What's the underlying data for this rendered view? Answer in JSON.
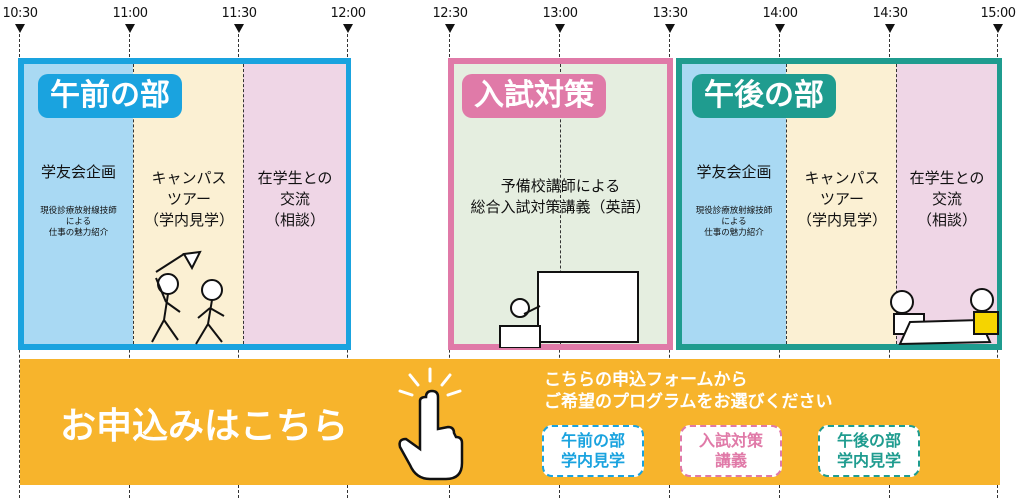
{
  "timeline": {
    "ticks": [
      "10:30",
      "11:00",
      "11:30",
      "12:00",
      "12:30",
      "13:00",
      "13:30",
      "14:00",
      "14:30",
      "15:00"
    ]
  },
  "panels": {
    "morning": {
      "title": "午前の部",
      "cells": [
        {
          "main": "学友会企画",
          "sub": "現役診療放射線技師\nによる\n仕事の魅力紹介"
        },
        {
          "main": "キャンパス\nツアー\n（学内見学）",
          "sub": ""
        },
        {
          "main": "在学生との\n交流\n（相談）",
          "sub": ""
        }
      ]
    },
    "exam": {
      "title": "入試対策",
      "main": "予備校講師による\n総合入試対策講義（英語）"
    },
    "afternoon": {
      "title": "午後の部",
      "cells": [
        {
          "main": "学友会企画",
          "sub": "現役診療放射線技師\nによる\n仕事の魅力紹介"
        },
        {
          "main": "キャンパス\nツアー\n（学内見学）",
          "sub": ""
        },
        {
          "main": "在学生との\n交流\n（相談）",
          "sub": ""
        }
      ]
    }
  },
  "banner": {
    "cta": "お申込みはこちら",
    "instruction": "こちらの申込フォームから\nご希望のプログラムをお選びください",
    "buttons": [
      {
        "label": "午前の部\n学内見学",
        "color": "#1aa3df"
      },
      {
        "label": "入試対策\n講義",
        "color": "#e07aa8"
      },
      {
        "label": "午後の部\n学内見学",
        "color": "#1f9c8f"
      }
    ]
  },
  "colors": {
    "blue": "#1aa3df",
    "pink": "#e07aa8",
    "teal": "#1f9c8f",
    "orange": "#f7b42c",
    "cell_blue": "#a9d9f3",
    "cell_cream": "#fbf0d3",
    "cell_pink": "#efd6e6",
    "cell_green": "#e5eee0"
  }
}
